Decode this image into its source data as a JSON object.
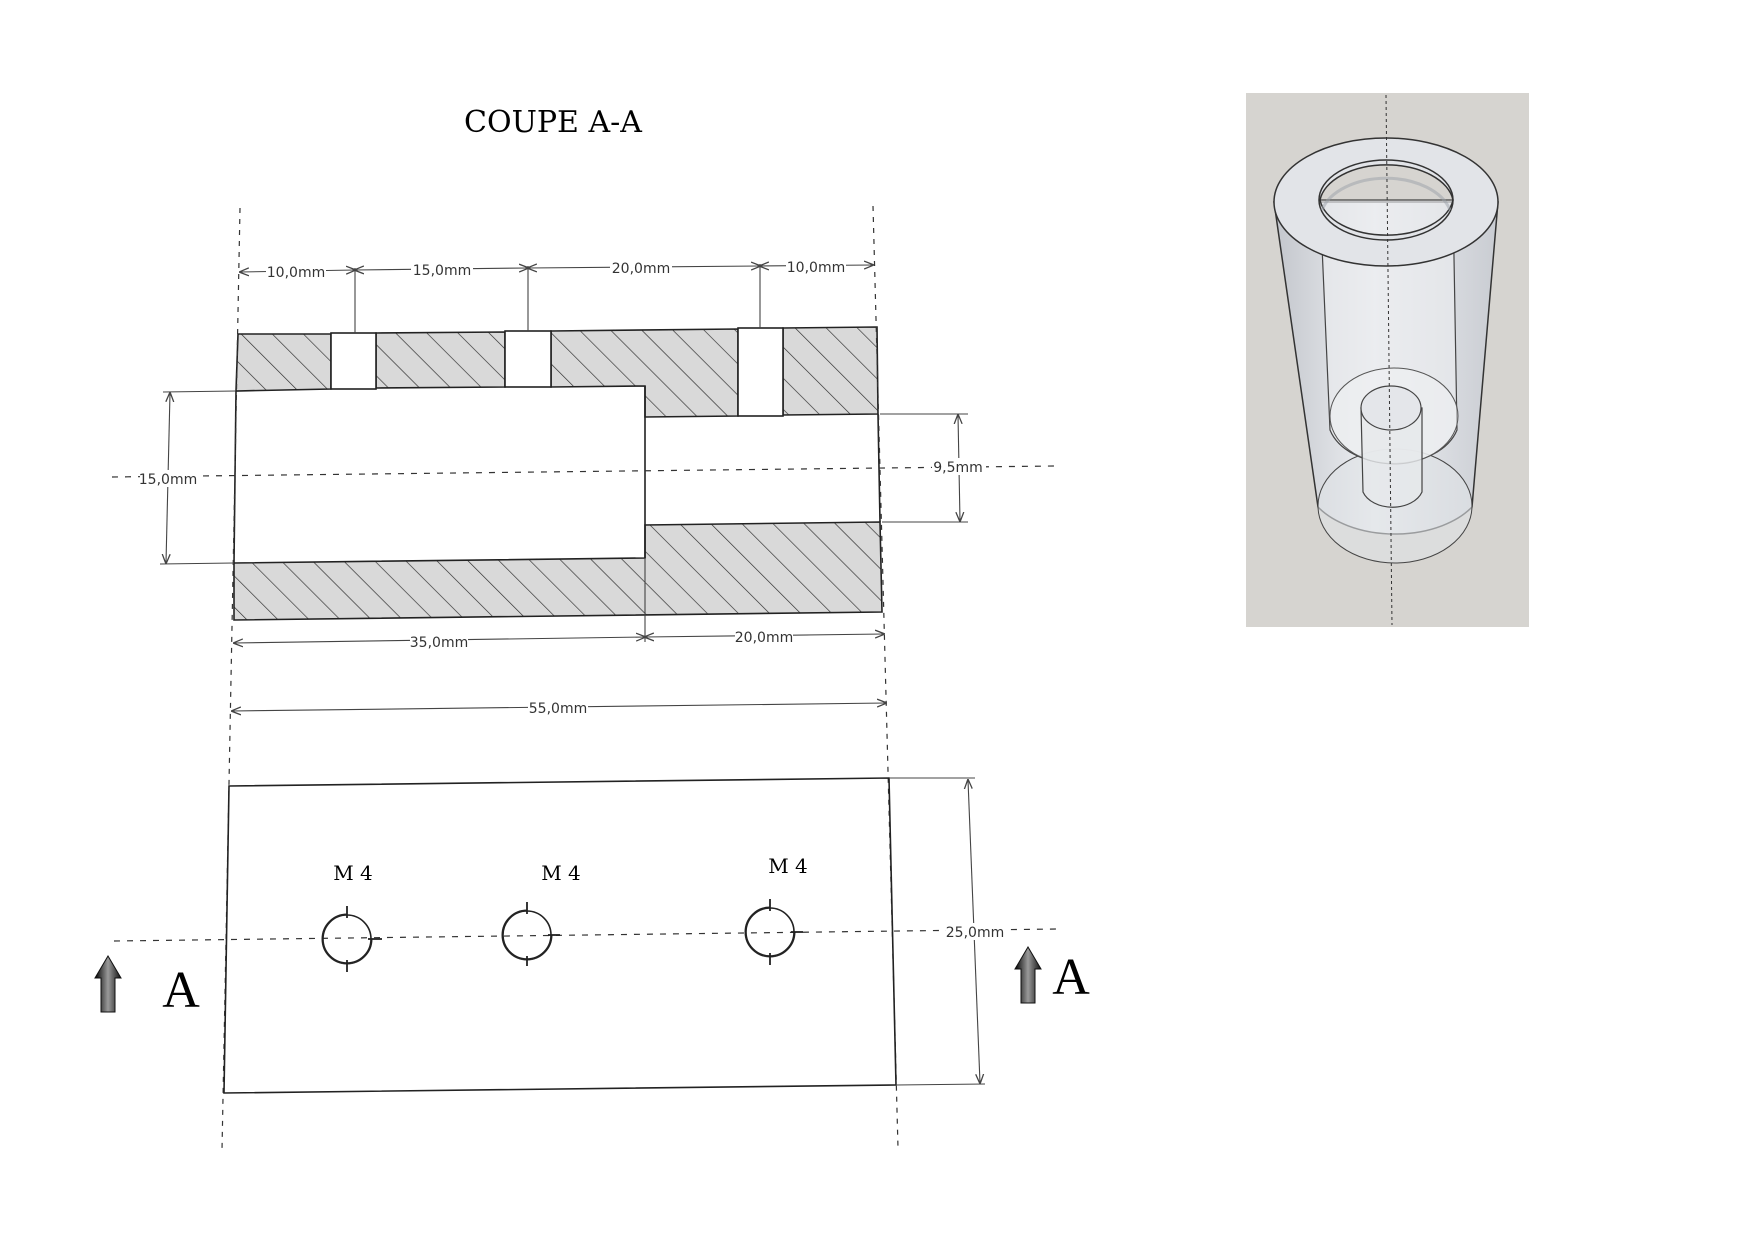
{
  "section_title": "COUPE A-A",
  "section_marks": {
    "left": "A",
    "right": "A"
  },
  "dimensions": {
    "top_spacing": [
      "10,0mm",
      "15,0mm",
      "20,0mm",
      "10,0mm"
    ],
    "large_bore_diameter": "15,0mm",
    "small_bore_diameter": "9,5mm",
    "large_bore_length": "35,0mm",
    "small_bore_length": "20,0mm",
    "overall_length": "55,0mm",
    "outer_diameter": "25,0mm"
  },
  "threaded_holes": [
    "M 4",
    "M 4",
    "M 4"
  ],
  "colors": {
    "section_fill": "#d9d9d9",
    "iso_background": "#d6d4d0",
    "line": "#222222"
  }
}
